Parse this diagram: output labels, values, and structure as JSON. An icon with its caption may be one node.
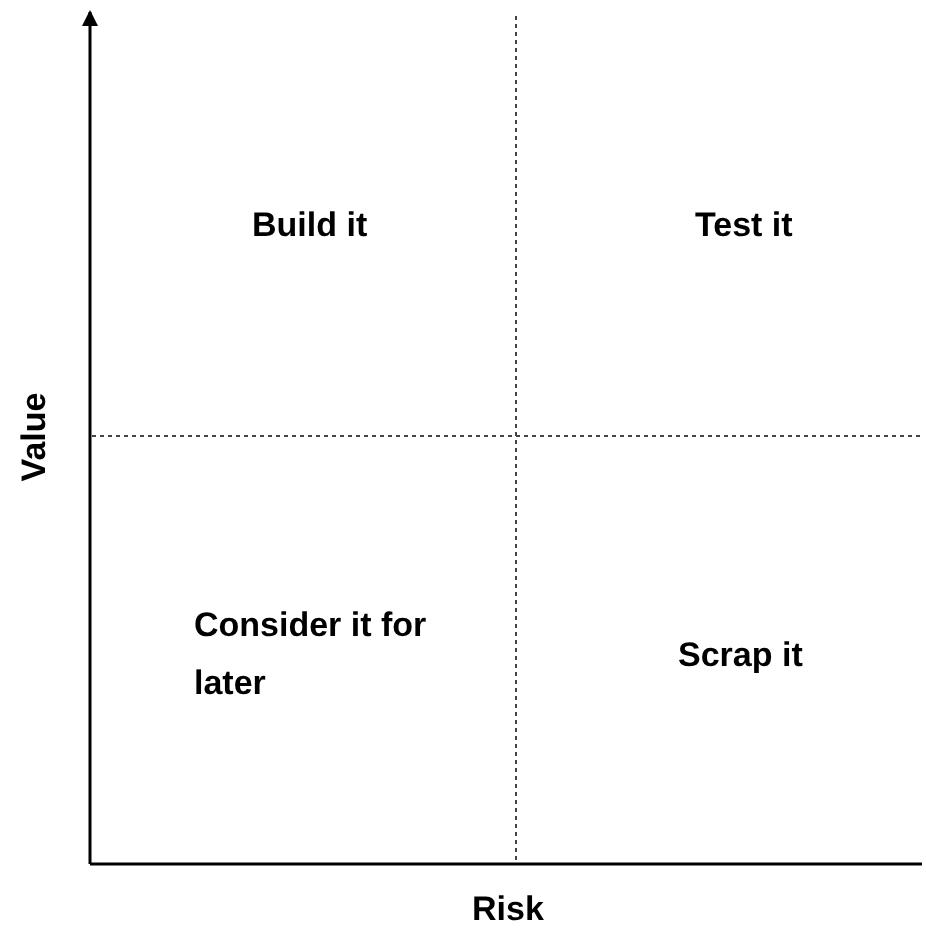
{
  "diagram": {
    "labels": [
      "Build it",
      "Test it",
      "Value",
      "Consider it for later",
      "Scrap it",
      "Risk"
    ]
  }
}
